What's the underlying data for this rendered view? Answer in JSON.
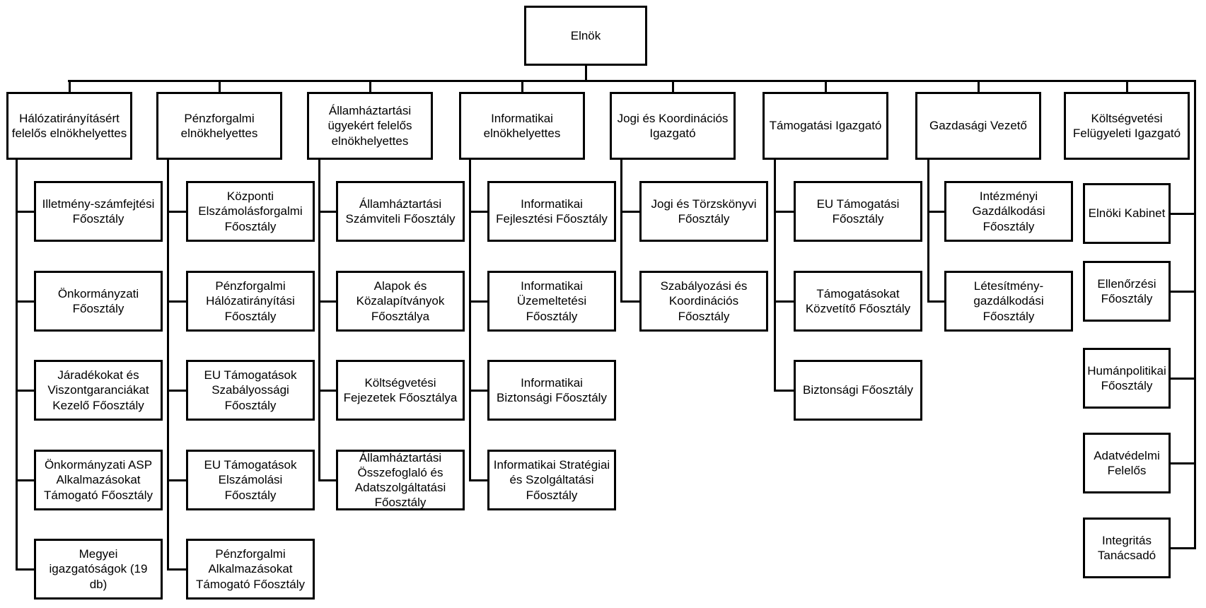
{
  "root": "Elnök",
  "columns": [
    {
      "head": "Hálózatirányításért felelős elnökhelyettes",
      "children": [
        "Illetmény-számfejtési Főosztály",
        "Önkormányzati Főosztály",
        "Járadékokat és Viszontgaranciákat Kezelő Főosztály",
        "Önkormányzati ASP Alkalmazásokat Támogató Főosztály",
        "Megyei igazgatóságok (19 db)"
      ]
    },
    {
      "head": "Pénzforgalmi elnökhelyettes",
      "children": [
        "Központi Elszámolásforgalmi Főosztály",
        "Pénzforgalmi Hálózatirányítási Főosztály",
        "EU Támogatások Szabályossági Főosztály",
        "EU Támogatások Elszámolási Főosztály",
        "Pénzforgalmi Alkalmazásokat Támogató Főosztály"
      ]
    },
    {
      "head": "Államháztartási ügyekért felelős elnökhelyettes",
      "children": [
        "Államháztartási Számviteli Főosztály",
        "Alapok és Közalapítványok Főosztálya",
        "Költségvetési Fejezetek Főosztálya",
        "Államháztartási Összefoglaló és Adatszolgáltatási Főosztály"
      ]
    },
    {
      "head": "Informatikai elnökhelyettes",
      "children": [
        "Informatikai Fejlesztési Főosztály",
        "Informatikai Üzemeltetési Főosztály",
        "Informatikai Biztonsági Főosztály",
        "Informatikai Stratégiai és Szolgáltatási Főosztály"
      ]
    },
    {
      "head": "Jogi és Koordinációs Igazgató",
      "children": [
        "Jogi és Törzskönyvi Főosztály",
        "Szabályozási és Koordinációs Főosztály"
      ]
    },
    {
      "head": "Támogatási Igazgató",
      "children": [
        "EU Támogatási Főosztály",
        "Támogatásokat Közvetítő Főosztály",
        "Biztonsági Főosztály"
      ]
    },
    {
      "head": "Gazdasági Vezető",
      "children": [
        "Intézményi Gazdálkodási Főosztály",
        "Létesítmény-gazdálkodási Főosztály"
      ]
    },
    {
      "head": "Költségvetési Felügyeleti Igazgató",
      "children": []
    }
  ],
  "staff": [
    "Elnöki Kabinet",
    "Ellenőrzési Főosztály",
    "Humánpolitikai Főosztály",
    "Adatvédelmi Felelős",
    "Integritás Tanácsadó"
  ]
}
